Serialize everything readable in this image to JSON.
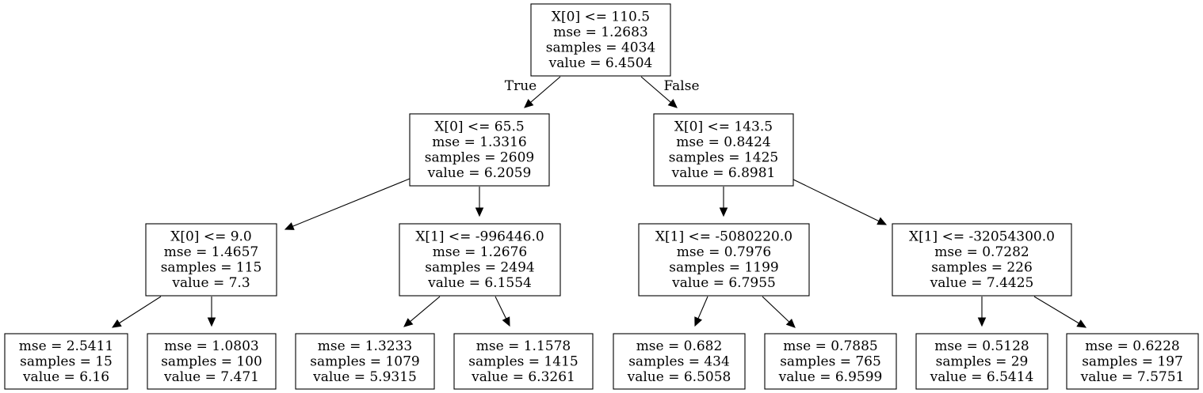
{
  "tree": {
    "nodes": [
      {
        "id": "n0",
        "lines": [
          "X[0] <= 110.5",
          "mse = 1.2683",
          "samples = 4034",
          "value = 6.4504"
        ]
      },
      {
        "id": "n1",
        "lines": [
          "X[0] <= 65.5",
          "mse = 1.3316",
          "samples = 2609",
          "value = 6.2059"
        ]
      },
      {
        "id": "n2",
        "lines": [
          "X[0] <= 143.5",
          "mse = 0.8424",
          "samples = 1425",
          "value = 6.8981"
        ]
      },
      {
        "id": "n3",
        "lines": [
          "X[0] <= 9.0",
          "mse = 1.4657",
          "samples = 115",
          "value = 7.3"
        ]
      },
      {
        "id": "n4",
        "lines": [
          "X[1] <= -996446.0",
          "mse = 1.2676",
          "samples = 2494",
          "value = 6.1554"
        ]
      },
      {
        "id": "n5",
        "lines": [
          "X[1] <= -5080220.0",
          "mse = 0.7976",
          "samples = 1199",
          "value = 6.7955"
        ]
      },
      {
        "id": "n6",
        "lines": [
          "X[1] <= -32054300.0",
          "mse = 0.7282",
          "samples = 226",
          "value = 7.4425"
        ]
      },
      {
        "id": "n7",
        "lines": [
          "mse = 2.5411",
          "samples = 15",
          "value = 6.16"
        ]
      },
      {
        "id": "n8",
        "lines": [
          "mse = 1.0803",
          "samples = 100",
          "value = 7.471"
        ]
      },
      {
        "id": "n9",
        "lines": [
          "mse = 1.3233",
          "samples = 1079",
          "value = 5.9315"
        ]
      },
      {
        "id": "n10",
        "lines": [
          "mse = 1.1578",
          "samples = 1415",
          "value = 6.3261"
        ]
      },
      {
        "id": "n11",
        "lines": [
          "mse = 0.682",
          "samples = 434",
          "value = 6.5058"
        ]
      },
      {
        "id": "n12",
        "lines": [
          "mse = 0.7885",
          "samples = 765",
          "value = 6.9599"
        ]
      },
      {
        "id": "n13",
        "lines": [
          "mse = 0.5128",
          "samples = 29",
          "value = 6.5414"
        ]
      },
      {
        "id": "n14",
        "lines": [
          "mse = 0.6228",
          "samples = 197",
          "value = 7.5751"
        ]
      }
    ],
    "edges": [
      {
        "from": "n0",
        "to": "n1",
        "label": "True"
      },
      {
        "from": "n0",
        "to": "n2",
        "label": "False"
      },
      {
        "from": "n1",
        "to": "n3",
        "label": ""
      },
      {
        "from": "n1",
        "to": "n4",
        "label": ""
      },
      {
        "from": "n2",
        "to": "n5",
        "label": ""
      },
      {
        "from": "n2",
        "to": "n6",
        "label": ""
      },
      {
        "from": "n3",
        "to": "n7",
        "label": ""
      },
      {
        "from": "n3",
        "to": "n8",
        "label": ""
      },
      {
        "from": "n4",
        "to": "n9",
        "label": ""
      },
      {
        "from": "n4",
        "to": "n10",
        "label": ""
      },
      {
        "from": "n5",
        "to": "n11",
        "label": ""
      },
      {
        "from": "n5",
        "to": "n12",
        "label": ""
      },
      {
        "from": "n6",
        "to": "n13",
        "label": ""
      },
      {
        "from": "n6",
        "to": "n14",
        "label": ""
      }
    ]
  }
}
